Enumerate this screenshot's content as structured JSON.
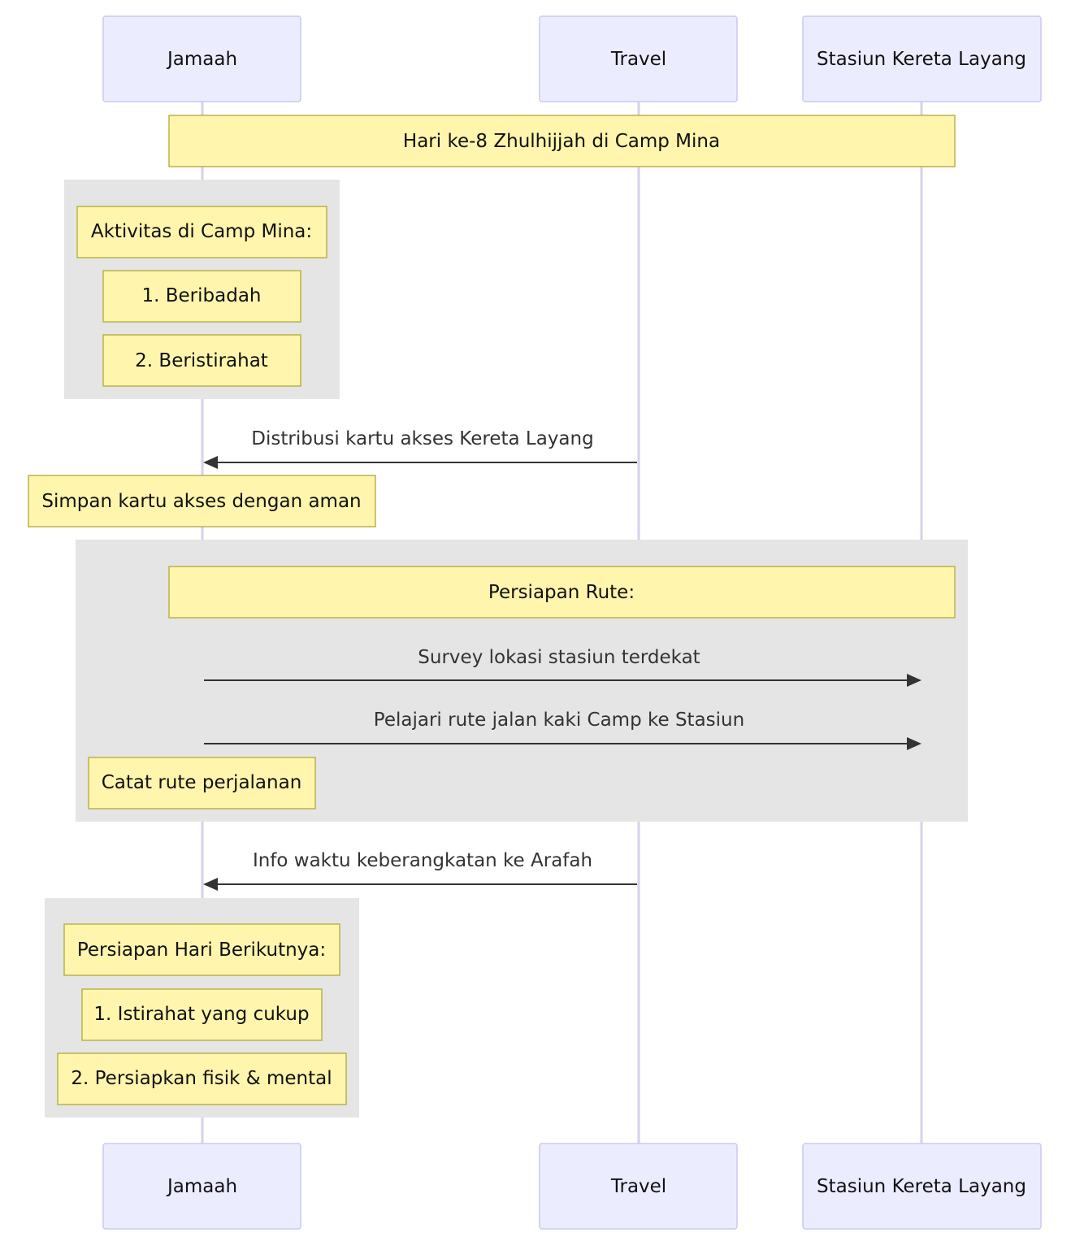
{
  "participants": [
    {
      "id": "jamaah",
      "label": "Jamaah"
    },
    {
      "id": "travel",
      "label": "Travel"
    },
    {
      "id": "stasiun",
      "label": "Stasiun Kereta Layang"
    }
  ],
  "notes": {
    "day_header": "Hari ke-8 Zhulhijjah di Camp Mina",
    "camp_title": "Aktivitas di Camp Mina:",
    "camp_item_1": "1. Beribadah",
    "camp_item_2": "2. Beristirahat",
    "keep_card": "Simpan kartu akses dengan aman",
    "route_title": "Persiapan Rute:",
    "record_route": "Catat rute perjalanan",
    "next_day_title": "Persiapan Hari Berikutnya:",
    "next_day_item_1": "1. Istirahat yang cukup",
    "next_day_item_2": "2. Persiapkan fisik & mental"
  },
  "messages": {
    "access_card": "Distribusi kartu akses Kereta Layang",
    "survey": "Survey lokasi stasiun terdekat",
    "walk_route": "Pelajari rute jalan kaki Camp ke Stasiun",
    "departure_info": "Info waktu keberangkatan ke Arafah"
  }
}
